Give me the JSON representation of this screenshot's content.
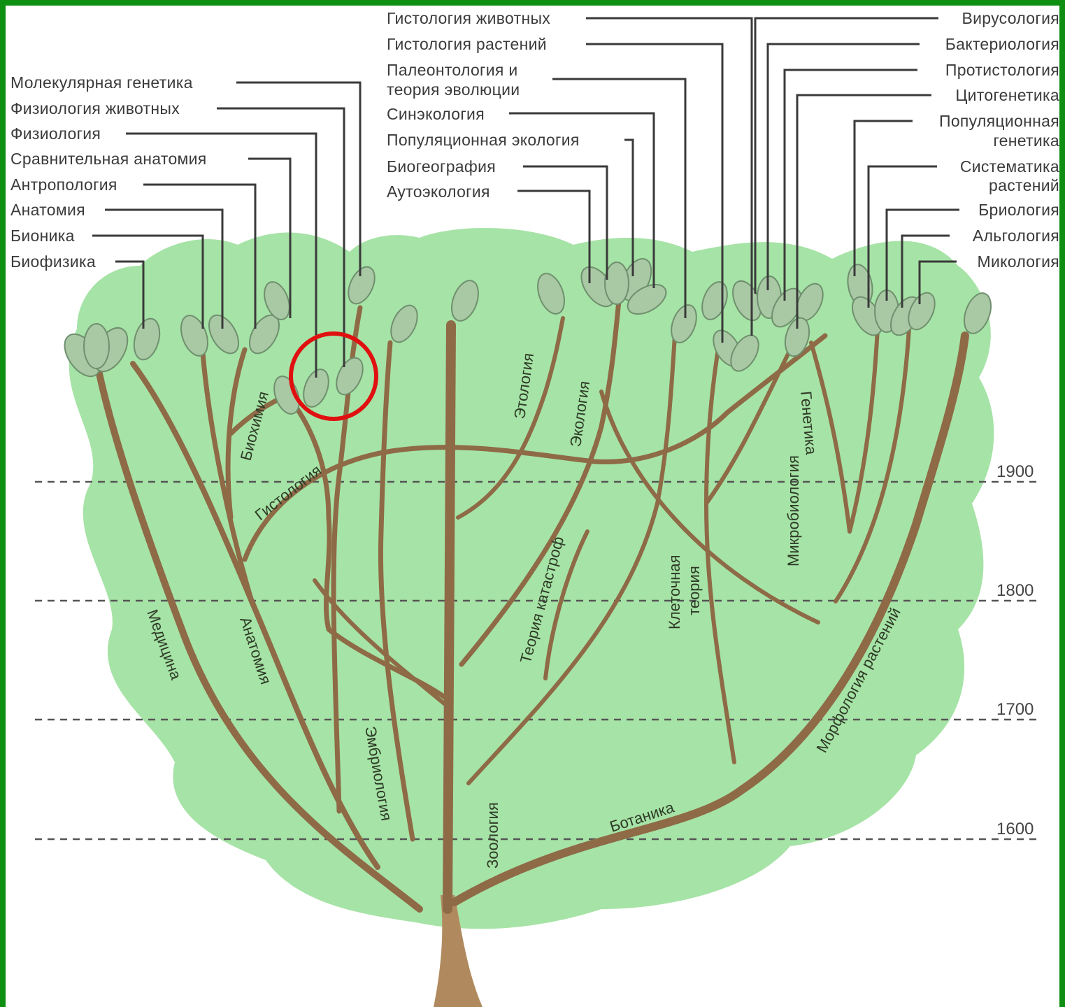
{
  "left_labels": [
    "Молекулярная генетика",
    "Физиология животных",
    "Физиология",
    "Сравнительная анатомия",
    "Антропология",
    "Анатомия",
    "Бионика",
    "Биофизика"
  ],
  "center_labels": [
    "Гистология животных",
    "Гистология растений",
    "Палеонтология и",
    "теория эволюции",
    "Синэкология",
    "Популяционная экология",
    "Биогеография",
    "Аутоэкология"
  ],
  "right_labels": [
    "Вирусология",
    "Бактериология",
    "Протистология",
    "Цитогенетика",
    "Популяционная",
    "генетика",
    "Систематика",
    "растений",
    "Бриология",
    "Альгология",
    "Микология"
  ],
  "branch_labels": {
    "medicine": "Медицина",
    "anatomy": "Анатомия",
    "biochemistry": "Биохимия",
    "histology": "Гистология",
    "embryology": "Эмбриология",
    "zoology": "Зоология",
    "ethology": "Этология",
    "ecology": "Экология",
    "catastrophe": "Теория катастроф",
    "cell_theory_1": "Клеточная",
    "cell_theory_2": "теория",
    "microbiology": "Микробиология",
    "genetics": "Генетика",
    "plant_morphology": "Морфология растений",
    "botany": "Ботаника"
  },
  "years": [
    "1900",
    "1800",
    "1700",
    "1600"
  ],
  "colors": {
    "crown": "#a6e3a6",
    "branch": "#8e6a47",
    "trunk": "#b08a5e",
    "leaf": "#a9c9a5",
    "highlight_circle": "#e01010",
    "frame": "#0f8f12"
  }
}
